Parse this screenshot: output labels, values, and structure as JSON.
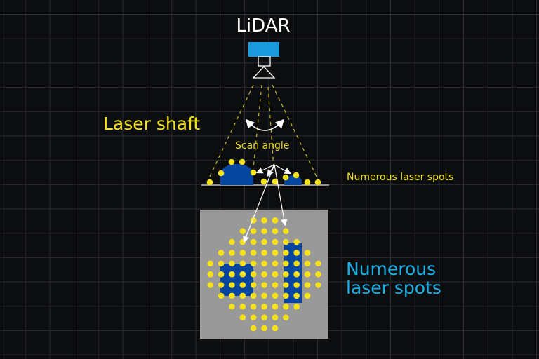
{
  "title": "LiDAR",
  "labels": {
    "laser_shaft": "Laser shaft",
    "scan_angle": "Scan angle",
    "spots_side": "Numerous laser spots",
    "spots_top_line1": "Numerous",
    "spots_top_line2": "laser spots"
  },
  "colors": {
    "background": "#0c0d0f",
    "grid": "#2a2b2f",
    "yellow": "#f5e21a",
    "cyan_text": "#1ab0e6",
    "lidar_body": "#1a9be0",
    "object_blue": "#0645a0",
    "ground_plane": "#999999",
    "white": "#ffffff"
  }
}
